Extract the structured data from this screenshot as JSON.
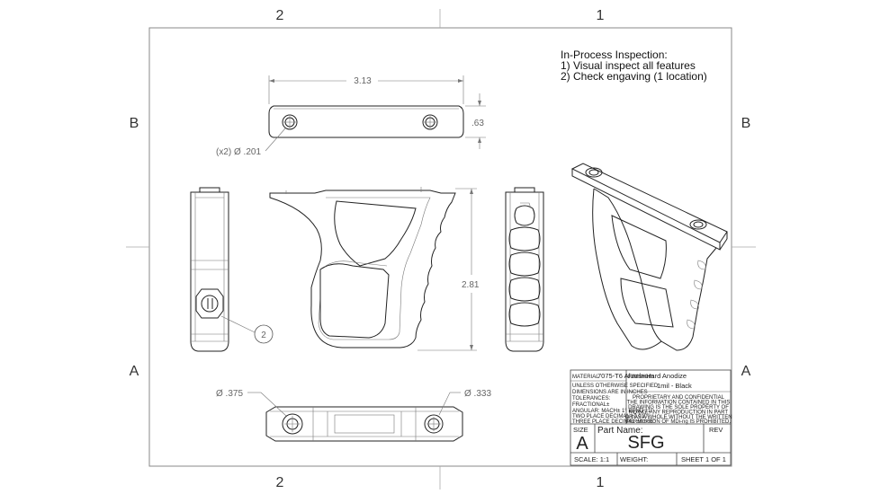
{
  "zones": {
    "top_left": "2",
    "top_right": "1",
    "bottom_left": "2",
    "bottom_right": "1",
    "left_upper": "B",
    "left_lower": "A",
    "right_upper": "B",
    "right_lower": "A"
  },
  "notes": {
    "title": "In-Process Inspection:",
    "line1": "1) Visual inspect all features",
    "line2": "2) Check engaving (1 location)"
  },
  "dimensions": {
    "length": "3.13",
    "width": ".63",
    "height": "2.81",
    "holes": "(x2) Ø .201",
    "bore_left": "Ø .375",
    "bore_right": "Ø .333"
  },
  "balloon": "2",
  "title_block": {
    "material_label": "MATERIAL",
    "material": "7075-T6 Aluminum",
    "finish_label": "FINISH",
    "finish_line1": "Hard Anodize",
    "finish_line2": "1mil - Black",
    "unless_1": "UNLESS OTHERWISE SPECIFIED:",
    "unless_2": "DIMENSIONS ARE IN INCHES",
    "tolerances": "TOLERANCES:",
    "fractional": "FRACTIONAL±",
    "angular": "ANGULAR: MACH± 1°   BEND ±1°",
    "two_place": "TWO PLACE DECIMAL   ±0.010\"",
    "three_place": "THREE PLACE DECIMAL  ±0.005\"",
    "prop_1": "PROPRIETARY AND CONFIDENTIAL",
    "prop_2": "THE INFORMATION CONTAINED IN THIS",
    "prop_3": "DRAWING IS THE SOLE PROPERTY OF",
    "prop_4": "MDiNG. ANY REPRODUCTION IN PART",
    "prop_5": "OR AS A WHOLE WITHOUT THE WRITTEN",
    "prop_6": "PERMISSION OF MDi-ng IS PROHIBITED.",
    "size_label": "SIZE",
    "size": "A",
    "part_name_label": "Part Name:",
    "part_name": "SFG",
    "rev_label": "REV",
    "scale": "SCALE: 1:1",
    "weight": "WEIGHT:",
    "sheet": "SHEET 1 OF 1"
  }
}
